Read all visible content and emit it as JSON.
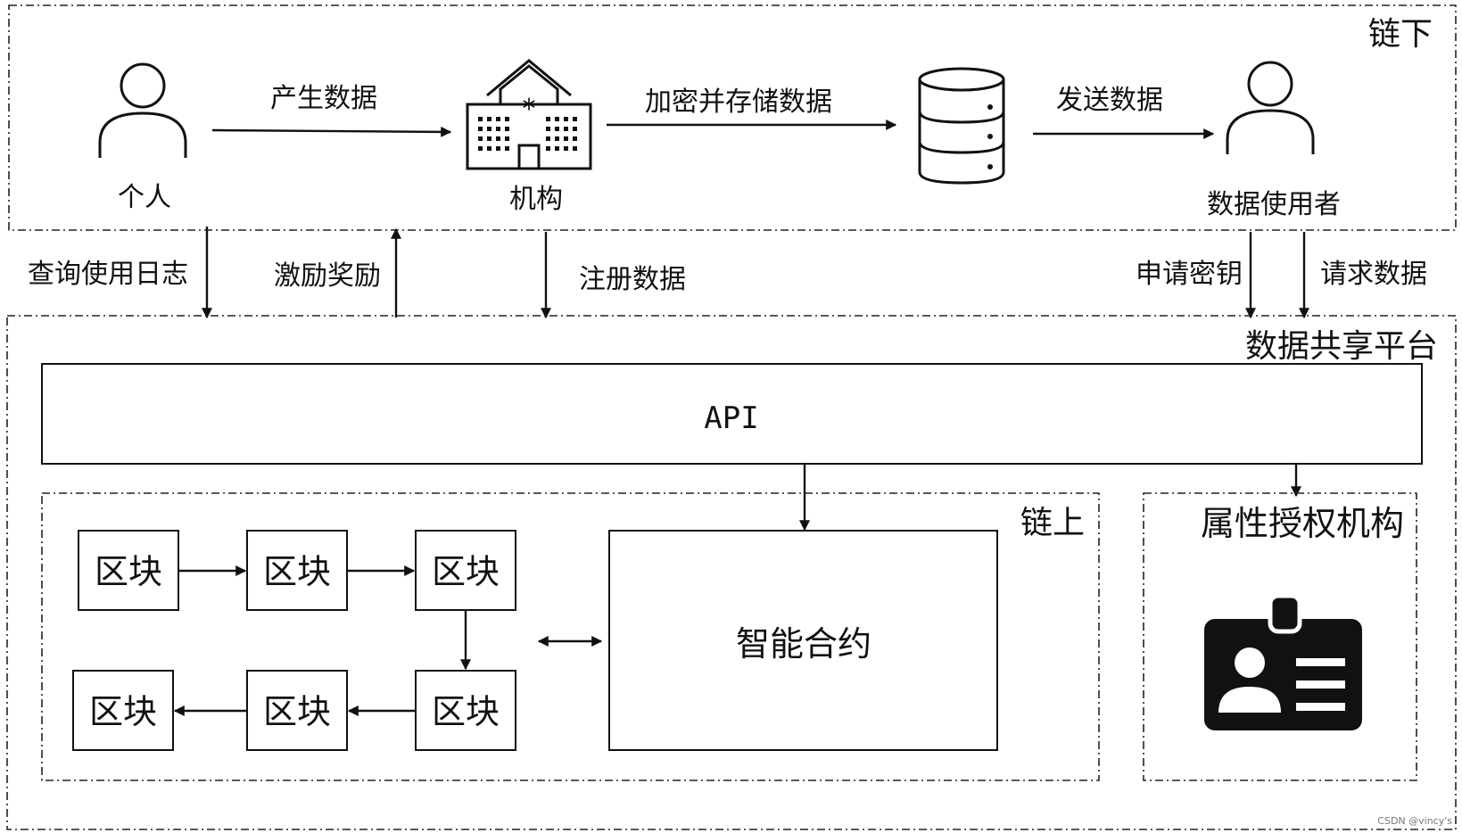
{
  "offchain": {
    "title": "链下",
    "individual": "个人",
    "institution": "机构",
    "data_user": "数据使用者",
    "edge_generate": "产生数据",
    "edge_encrypt_store": "加密并存储数据",
    "edge_send": "发送数据",
    "icons": [
      "person-icon",
      "building-icon",
      "database-icon",
      "person-icon"
    ]
  },
  "vertical_links": {
    "query_log": "查询使用日志",
    "incentive": "激励奖励",
    "register": "注册数据",
    "apply_key": "申请密钥",
    "request_data": "请求数据"
  },
  "platform": {
    "title": "数据共享平台",
    "api": "API",
    "onchain": {
      "title": "链上",
      "block": "区块",
      "smart_contract": "智能合约"
    },
    "authority": {
      "title": "属性授权机构",
      "icon": "id-badge-icon"
    }
  },
  "watermark": "CSDN @vincy's"
}
